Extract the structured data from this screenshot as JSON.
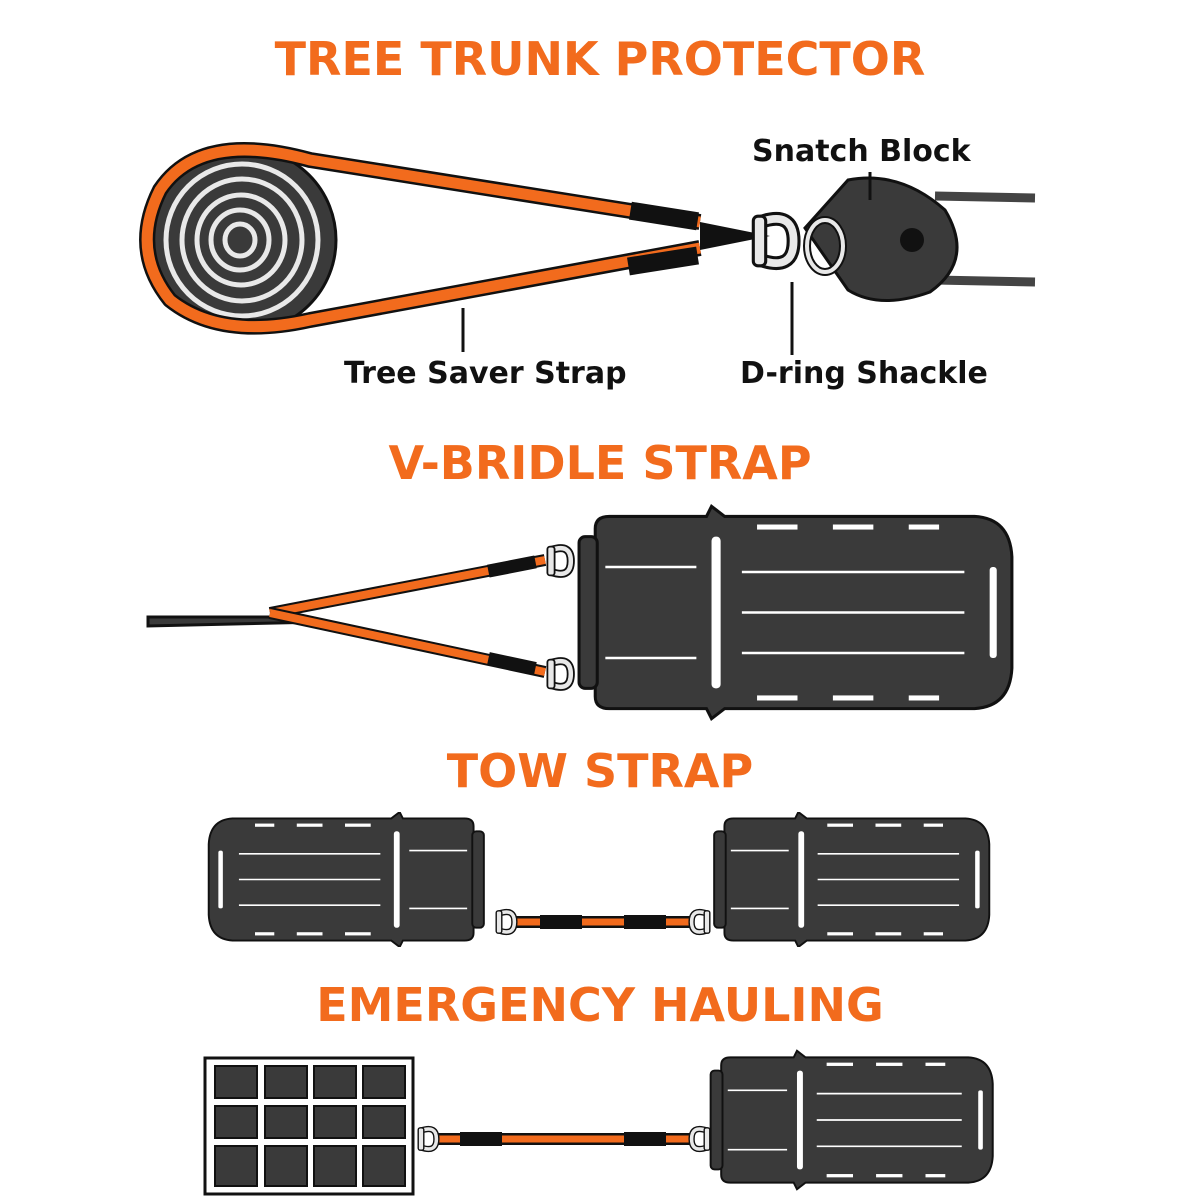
{
  "sections": {
    "tree_trunk": {
      "title": "TREE TRUNK PROTECTOR",
      "labels": {
        "snatch_block": "Snatch Block",
        "tree_saver_strap": "Tree Saver Strap",
        "d_ring_shackle": "D-ring Shackle"
      }
    },
    "v_bridle": {
      "title": "V-BRIDLE STRAP"
    },
    "tow_strap": {
      "title": "TOW STRAP"
    },
    "emergency_hauling": {
      "title": "EMERGENCY HAULING"
    }
  },
  "colors": {
    "strap_orange": "#f26b1d",
    "vehicle_dark": "#3a3a3a",
    "outline": "#111111"
  },
  "icons": [
    "tree-trunk-icon",
    "snatch-block-icon",
    "d-ring-shackle-icon",
    "vehicle-icon",
    "trailer-grid-icon",
    "rope-icon"
  ]
}
